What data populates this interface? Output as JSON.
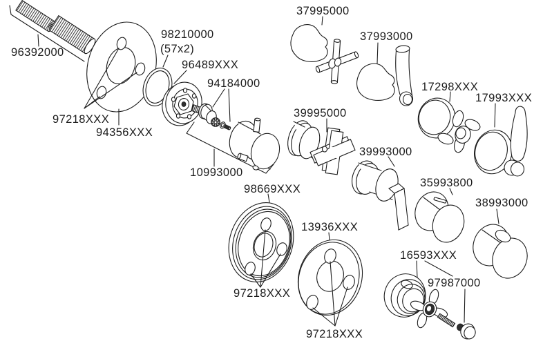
{
  "diagram": {
    "background": "#ffffff",
    "line_color": "#1c1c1c"
  },
  "parts": {
    "threaded_rods": {
      "label": "96392000"
    },
    "escutcheon_screws_left": {
      "label": "97218XXX"
    },
    "wall_plate": {
      "label": "94356XXX"
    },
    "o_ring": {
      "label": "98210000",
      "note": "(57x2)"
    },
    "flange_hub": {
      "label": "96489XXX"
    },
    "adapter_and_screw": {
      "label": "94184000"
    },
    "valve_body": {
      "label": "10993000"
    },
    "cross_handle_classic": {
      "label": "37995000"
    },
    "lever_handle_classic": {
      "label": "37993000"
    },
    "cross_handle_modern": {
      "label": "39995000"
    },
    "lever_handle_modern": {
      "label": "39993000"
    },
    "cross_handle_petal": {
      "label": "17298XXX"
    },
    "lever_handle_traditional": {
      "label": "17993XXX"
    },
    "knob_slotted": {
      "label": "35993800"
    },
    "knob_oval": {
      "label": "38993000"
    },
    "escutcheon_domed": {
      "label": "98669XXX"
    },
    "escutcheon_screws_mid": {
      "label": "97218XXX"
    },
    "flange_ring": {
      "label": "13936XXX"
    },
    "escutcheon_screws_bottom": {
      "label": "97218XXX"
    },
    "cross_handle_vintage": {
      "label": "16593XXX"
    },
    "screw_and_cap": {
      "label": "97987000"
    }
  }
}
